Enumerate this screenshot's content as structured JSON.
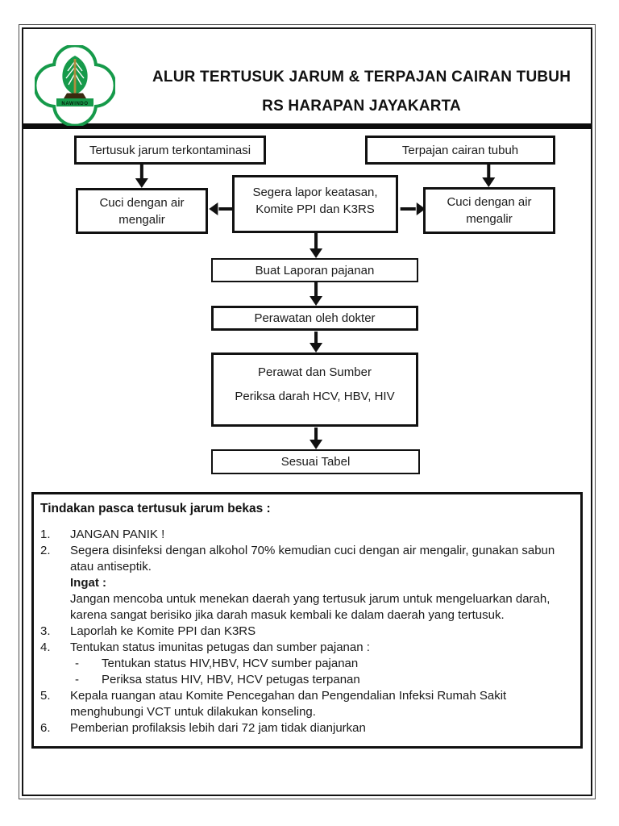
{
  "document": {
    "header": {
      "title_line1": "ALUR TERTUSUK JARUM & TERPAJAN CAIRAN TUBUH",
      "title_line2": "RS HARAPAN JAYAKARTA",
      "logo": {
        "text": "NAWINDO",
        "green": "#169a4a",
        "trunk": "#b08c3e"
      }
    },
    "flowchart": {
      "tertusuk": "Tertusuk jarum terkontaminasi",
      "terpajan": "Terpajan cairan tubuh",
      "lapor_line1": "Segera lapor keatasan,",
      "lapor_line2": "Komite PPI dan K3RS",
      "cuci_left_line1": "Cuci dengan air",
      "cuci_left_line2": "mengalir",
      "cuci_right_line1": "Cuci dengan air",
      "cuci_right_line2": "mengalir",
      "laporan": "Buat Laporan pajanan",
      "perawatan": "Perawatan oleh dokter",
      "periksa_line1": "Perawat dan Sumber",
      "periksa_line2": "Periksa darah HCV, HBV, HIV",
      "sesuai": "Sesuai Tabel"
    },
    "notes": {
      "heading": "Tindakan pasca tertusuk jarum bekas :",
      "items": [
        {
          "num": "1.",
          "text": "JANGAN PANIK !"
        },
        {
          "num": "2.",
          "text": "Segera disinfeksi dengan alkohol 70% kemudian cuci dengan air mengalir, gunakan sabun atau antiseptik.",
          "note_label": "Ingat :",
          "note_text": "Jangan mencoba untuk menekan daerah yang tertusuk jarum untuk mengeluarkan darah, karena sangat berisiko jika darah masuk kembali ke dalam daerah yang tertusuk."
        },
        {
          "num": "3.",
          "text": "Laporlah ke Komite PPI dan K3RS"
        },
        {
          "num": "4.",
          "text": "Tentukan status imunitas petugas dan sumber pajanan :",
          "subs": [
            {
              "dash": "-",
              "text": "Tentukan status HIV,HBV, HCV sumber pajanan"
            },
            {
              "dash": "-",
              "text": "Periksa status HIV, HBV, HCV petugas terpanan"
            }
          ]
        },
        {
          "num": "5.",
          "text": "Kepala ruangan atau Komite Pencegahan dan Pengendalian Infeksi Rumah Sakit menghubungi VCT untuk dilakukan konseling."
        },
        {
          "num": "6.",
          "text": "Pemberian profilaksis lebih dari 72 jam tidak dianjurkan"
        }
      ]
    }
  }
}
